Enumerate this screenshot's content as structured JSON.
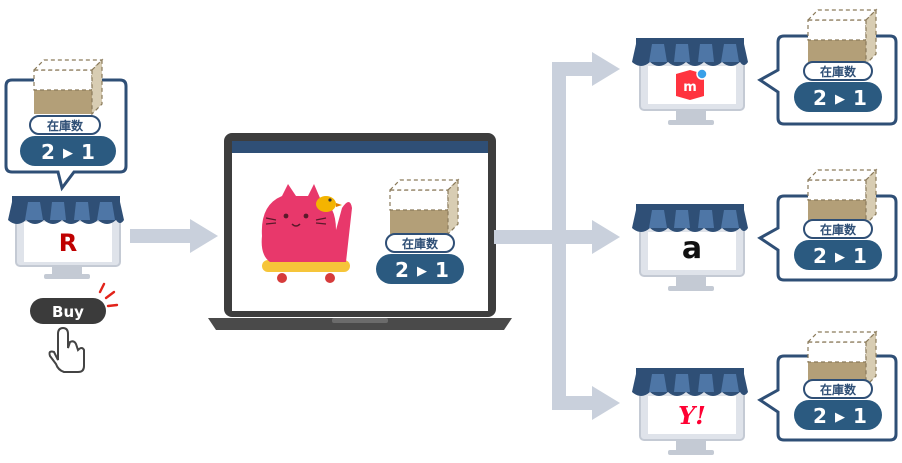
{
  "stock": {
    "label": "在庫数",
    "from": "2",
    "to": "1",
    "arrow": "▶"
  },
  "source_store": {
    "logo_letter": "R",
    "buy_label": "Buy"
  },
  "channels": [
    {
      "logo_text": "m"
    },
    {
      "logo_text": "a"
    },
    {
      "logo_text": "Y!"
    }
  ],
  "colors": {
    "navy": "#2f4f76",
    "bubble_fill": "#2b5a80",
    "arrow_gray": "#c9d0dc",
    "rakuten_red": "#bf0000",
    "mercari_red": "#ff333f",
    "yahoo_red": "#ff0033",
    "cat_pink": "#e8386b",
    "skateboard": "#f6c53a"
  }
}
